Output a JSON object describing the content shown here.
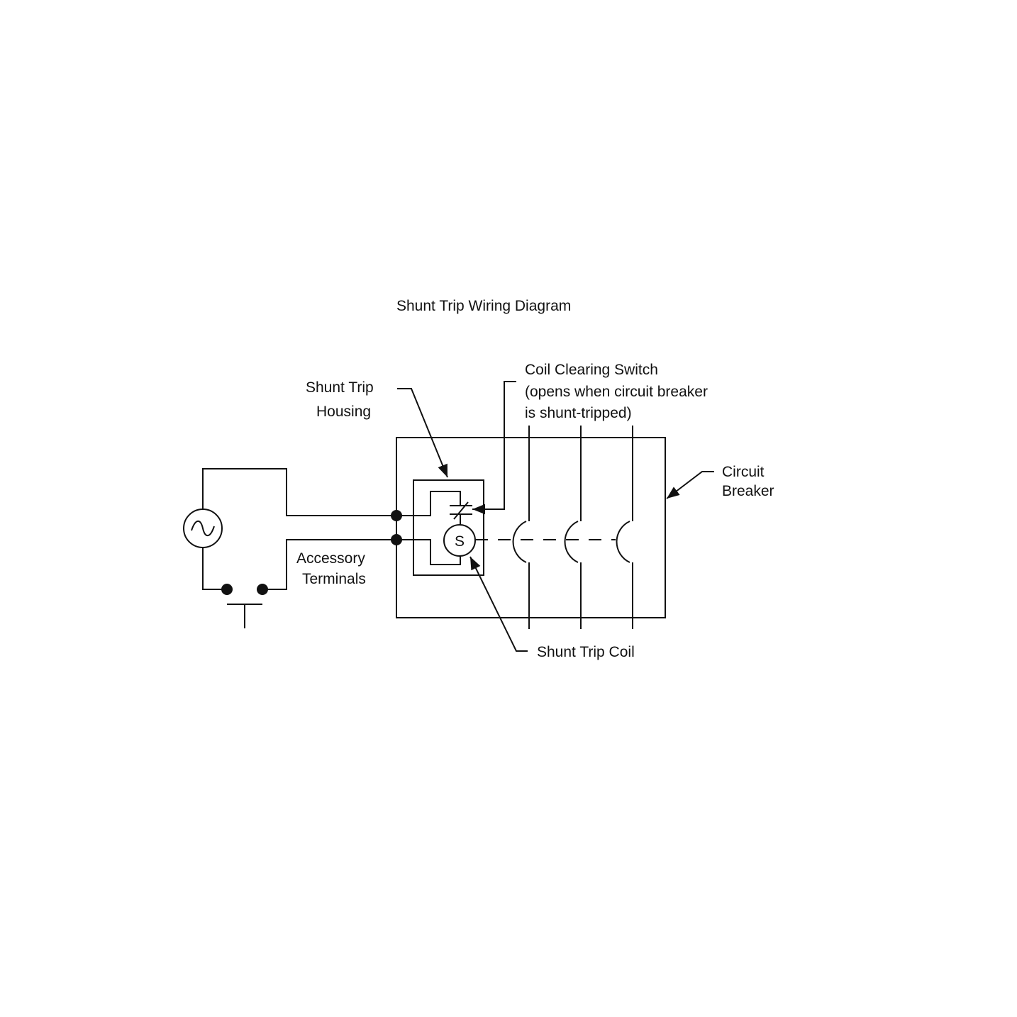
{
  "title": "Shunt Trip Wiring Diagram",
  "labels": {
    "housing": [
      "Shunt Trip",
      "Housing"
    ],
    "switch": [
      "Coil Clearing Switch",
      "(opens when circuit breaker",
      "is shunt-tripped)"
    ],
    "breaker": [
      "Circuit",
      "Breaker"
    ],
    "terminals": [
      "Accessory",
      "Terminals"
    ],
    "coil": "Shunt Trip Coil",
    "coil_symbol": "S"
  },
  "colors": {
    "line": "#111111",
    "background": "#ffffff"
  }
}
